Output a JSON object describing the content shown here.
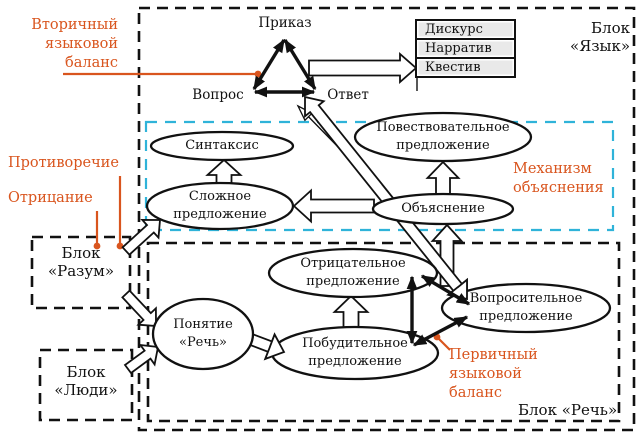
{
  "colors": {
    "accent_orange": "#d9551e",
    "mechanism_blue": "#2fb3d9",
    "diagram_black": "#111111",
    "cell_gray": "#e9e9e9"
  },
  "triangle": {
    "top": "Приказ",
    "left": "Вопрос",
    "right": "Ответ"
  },
  "discourse_box": {
    "rows": [
      "Дискурс",
      "Нарратив",
      "Квестив"
    ]
  },
  "blocks": {
    "language": {
      "lines": [
        "Блок",
        "«Язык»"
      ]
    },
    "speech": {
      "label": "Блок «Речь»"
    },
    "mind": {
      "lines": [
        "Блок",
        "«Разум»"
      ]
    },
    "people": {
      "lines": [
        "Блок",
        "«Люди»"
      ]
    }
  },
  "annotations": {
    "secondary_balance": {
      "lines": [
        "Вторичный",
        "языковой",
        "баланс"
      ]
    },
    "contradiction": "Противоречие",
    "negation": "Отрицание",
    "mechanism": {
      "lines": [
        "Механизм",
        "объяснения"
      ]
    },
    "primary_balance": {
      "lines": [
        "Первичный",
        "языковой",
        "баланс"
      ]
    }
  },
  "nodes": {
    "syntax": "Синтаксис",
    "complex_sentence": {
      "lines": [
        "Сложное",
        "предложение"
      ]
    },
    "narrative_sentence": {
      "lines": [
        "Повествовательное",
        "предложение"
      ]
    },
    "explanation": "Объяснение",
    "negative_sentence": {
      "lines": [
        "Отрицательное",
        "предложение"
      ]
    },
    "interrogative_sentence": {
      "lines": [
        "Вопросительное",
        "предложение"
      ]
    },
    "imperative_sentence": {
      "lines": [
        "Побудительное",
        "предложение"
      ]
    },
    "speech_concept": {
      "lines": [
        "Понятие",
        "«Речь»"
      ]
    }
  }
}
